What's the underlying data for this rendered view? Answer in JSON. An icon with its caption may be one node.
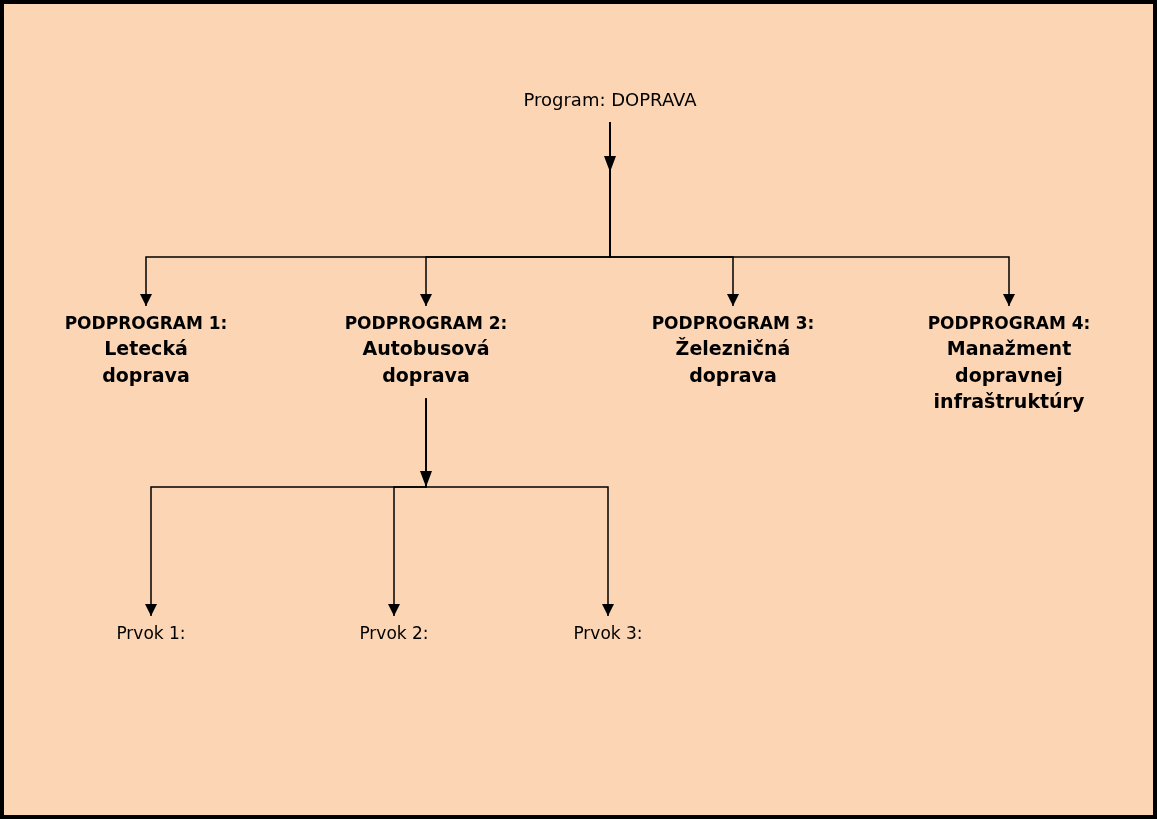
{
  "diagram": {
    "nodes": [
      {
        "text": [
          "Program: DOPRAVA"
        ]
      },
      {
        "text": [
          "PODPROGRAM 1:",
          "Letecká doprava"
        ]
      },
      {
        "text": [
          "PODPROGRAM 2:",
          "Autobusová doprava"
        ]
      },
      {
        "text": [
          "PODPROGRAM 3:",
          "Železničná doprava"
        ]
      },
      {
        "text": [
          "PODPROGRAM 4:",
          "Manažment dopravnej infraštruktúry"
        ]
      },
      {
        "text": [
          "Prvok 1:"
        ]
      },
      {
        "text": [
          "Prvok 2:"
        ]
      },
      {
        "text": [
          "Prvok 3:"
        ]
      }
    ],
    "edges": [
      {
        "from": 0,
        "to": 1,
        "arrow": "to"
      },
      {
        "from": 0,
        "to": 2,
        "arrow": "to"
      },
      {
        "from": 0,
        "to": 3,
        "arrow": "to"
      },
      {
        "from": 0,
        "to": 4,
        "arrow": "to"
      },
      {
        "from": 2,
        "to": 5,
        "arrow": "to"
      },
      {
        "from": 2,
        "to": 6,
        "arrow": "to"
      },
      {
        "from": 2,
        "to": 7,
        "arrow": "to"
      }
    ]
  }
}
